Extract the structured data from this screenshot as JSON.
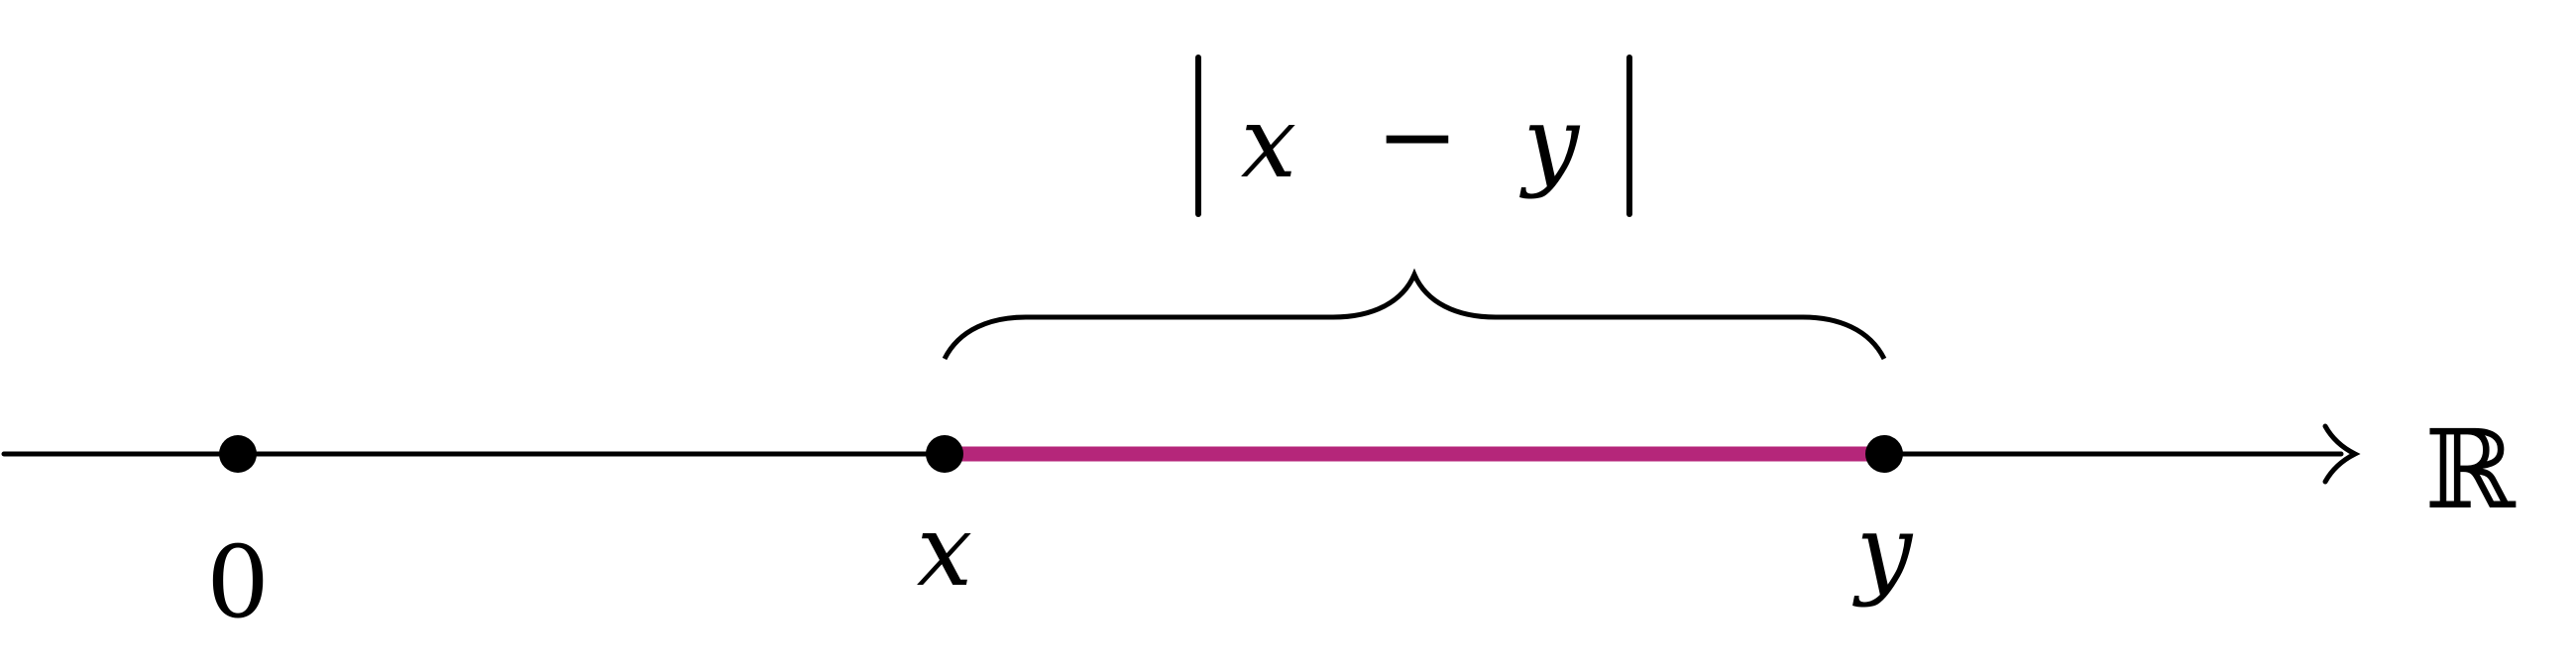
{
  "diagram": {
    "labels": {
      "origin": "0",
      "x": "x",
      "y": "y",
      "reals": "ℝ",
      "distance_var_x": "x",
      "distance_minus": "−",
      "distance_var_y": "y"
    },
    "colors": {
      "axis": "#000000",
      "segment": "#b5267a",
      "points": "#000000"
    }
  }
}
